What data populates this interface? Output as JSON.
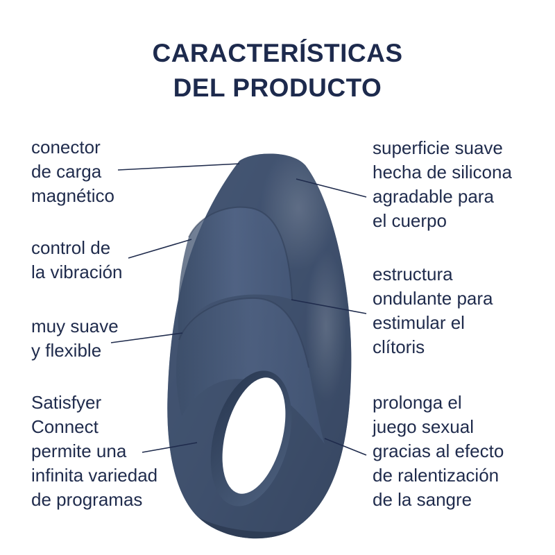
{
  "title": {
    "line1": "CARACTERÍSTICAS",
    "line2": "DEL PRODUCTO"
  },
  "features_left": [
    {
      "lines": [
        "conector",
        "de carga",
        "magnético"
      ]
    },
    {
      "lines": [
        "control de",
        "la vibración"
      ]
    },
    {
      "lines": [
        "muy suave",
        "y flexible"
      ]
    },
    {
      "lines": [
        "Satisfyer",
        "Connect",
        "permite una",
        "infinita variedad",
        "de programas"
      ]
    }
  ],
  "features_right": [
    {
      "lines": [
        "superficie suave",
        "hecha de silicona",
        "agradable para",
        "el cuerpo"
      ]
    },
    {
      "lines": [
        "estructura",
        "ondulante para",
        "estimular el",
        "clítoris"
      ]
    },
    {
      "lines": [
        "prolonga el",
        "juego sexual",
        "gracias al efecto",
        "de ralentización",
        "de la sangre"
      ]
    }
  ],
  "colors": {
    "background": "#ffffff",
    "text": "#1f2b4c",
    "title": "#1d2a4d",
    "product": "#3f516d"
  }
}
